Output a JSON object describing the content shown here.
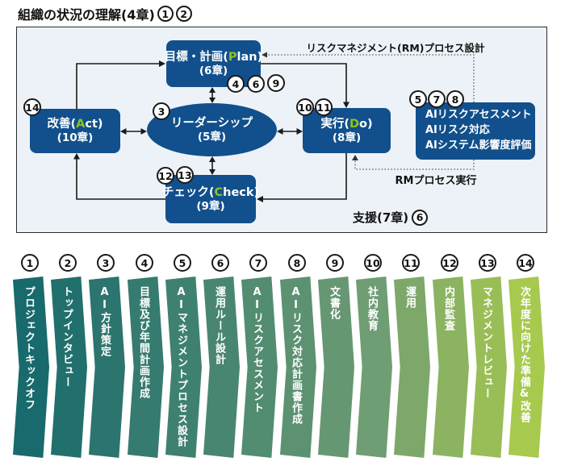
{
  "title": {
    "text": "組織の状況の理解(4章)",
    "badges": [
      "1",
      "2"
    ]
  },
  "colors": {
    "node_navy": "#11508c",
    "accent_green": "#8fc31f",
    "frame_bg": "#edf2f8"
  },
  "flow": {
    "plan": {
      "pre": "目標・計画(",
      "hl": "P",
      "post": "lan)",
      "sub": "(6章)",
      "badges": [
        "4",
        "6",
        "9"
      ]
    },
    "leadership": {
      "name": "リーダーシップ",
      "sub": "(5章)",
      "badge": "3"
    },
    "do_node": {
      "pre": "実行(",
      "hl": "D",
      "post": "o)",
      "sub": "(8章)",
      "badges": [
        "10",
        "11"
      ]
    },
    "act": {
      "pre": "改善(",
      "hl": "A",
      "post": "ct)",
      "sub": "(10章)",
      "badge": "14"
    },
    "check": {
      "pre": "チェック(",
      "hl": "C",
      "post": "heck)",
      "sub": "(9章)",
      "badges": [
        "12",
        "13"
      ]
    },
    "risk_box": {
      "badges": [
        "5",
        "7",
        "8"
      ],
      "lines": [
        "AIリスクアセスメント",
        "AIリスク対応",
        "AIシステム影響度評価"
      ]
    },
    "rm_design_label": "リスクマネジメント(RM)プロセス設計",
    "rm_exec_label": "RMプロセス実行",
    "support_label": "支援(7章)",
    "support_badge": "6"
  },
  "steps": [
    {
      "num": "1",
      "label": "プロジェクトキックオフ",
      "color": "#186a6c"
    },
    {
      "num": "2",
      "label": "トップインタビュー",
      "color": "#22706d"
    },
    {
      "num": "3",
      "label": "AI方針策定",
      "color": "#2b756e"
    },
    {
      "num": "4",
      "label": "目標及び年間計画作成",
      "color": "#357b6f"
    },
    {
      "num": "5",
      "label": "AIマネジメントプロセス設計",
      "color": "#3f8170"
    },
    {
      "num": "6",
      "label": "運用ルール設計",
      "color": "#498671"
    },
    {
      "num": "7",
      "label": "AIリスクアセスメント",
      "color": "#528c71"
    },
    {
      "num": "8",
      "label": "AIリスク対応計画書作成",
      "color": "#5c9272"
    },
    {
      "num": "9",
      "label": "文書化",
      "color": "#669773"
    },
    {
      "num": "10",
      "label": "社内教育",
      "color": "#6f9d74"
    },
    {
      "num": "11",
      "label": "運用",
      "color": "#7da86a"
    },
    {
      "num": "12",
      "label": "内部監査",
      "color": "#8bb361"
    },
    {
      "num": "13",
      "label": "マネジメントレビュー",
      "color": "#99be57"
    },
    {
      "num": "14",
      "label": "次年度に向けた準備&改善",
      "color": "#a7c94e"
    }
  ]
}
